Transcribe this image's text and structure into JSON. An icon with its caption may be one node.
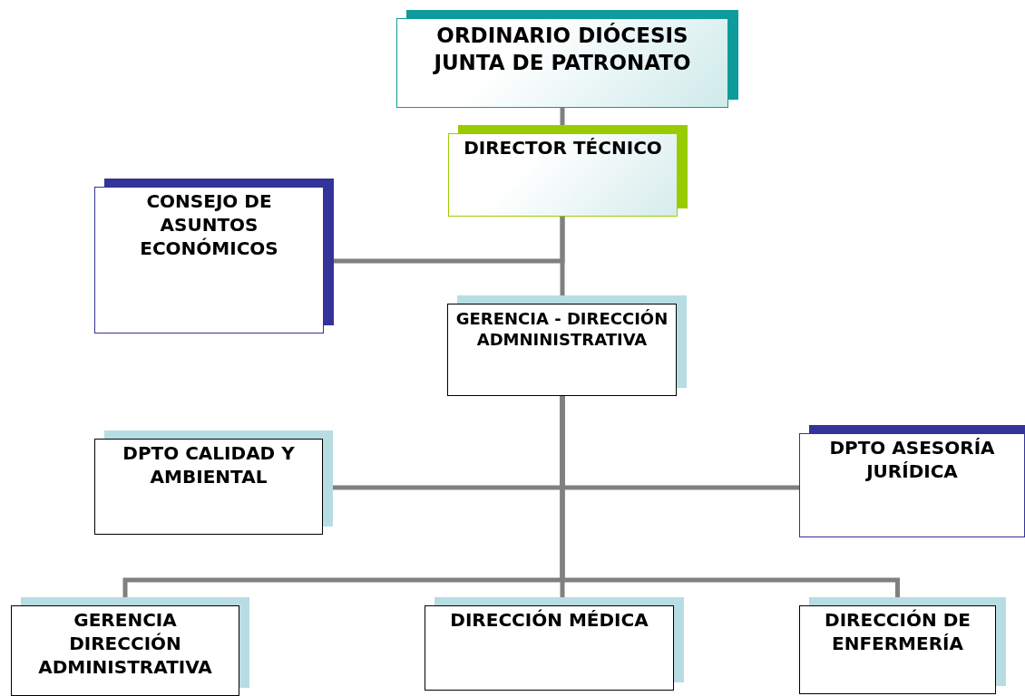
{
  "diagram": {
    "nodes": [
      {
        "text": [
          "ORDINARIO DIÓCESIS JUNTA DE PATRONATO"
        ]
      },
      {
        "text": [
          "DIRECTOR TÉCNICO"
        ]
      },
      {
        "text": [
          "CONSEJO DE ASUNTOS ECONÓMICOS"
        ]
      },
      {
        "text": [
          "GERENCIA - DIRECCIÓN ADMNINISTRATIVA"
        ]
      },
      {
        "text": [
          "DPTO CALIDAD Y AMBIENTAL"
        ]
      },
      {
        "text": [
          "DPTO ASESORÍA JURÍDICA"
        ]
      },
      {
        "text": [
          "GERENCIA DIRECCIÓN ADMINISTRATIVA"
        ]
      },
      {
        "text": [
          "DIRECCIÓN MÉDICA"
        ]
      },
      {
        "text": [
          "DIRECCIÓN DE ENFERMERÍA"
        ]
      }
    ],
    "edges": [
      {
        "from": 0,
        "to": 1,
        "arrow": "none"
      },
      {
        "from": 1,
        "to": 3,
        "arrow": "none"
      },
      {
        "from": 1,
        "to": 2,
        "arrow": "none"
      },
      {
        "from": 3,
        "to": 4,
        "arrow": "none"
      },
      {
        "from": 3,
        "to": 5,
        "arrow": "none"
      },
      {
        "from": 3,
        "to": 6,
        "arrow": "none"
      },
      {
        "from": 3,
        "to": 7,
        "arrow": "none"
      },
      {
        "from": 3,
        "to": 8,
        "arrow": "none"
      }
    ]
  }
}
